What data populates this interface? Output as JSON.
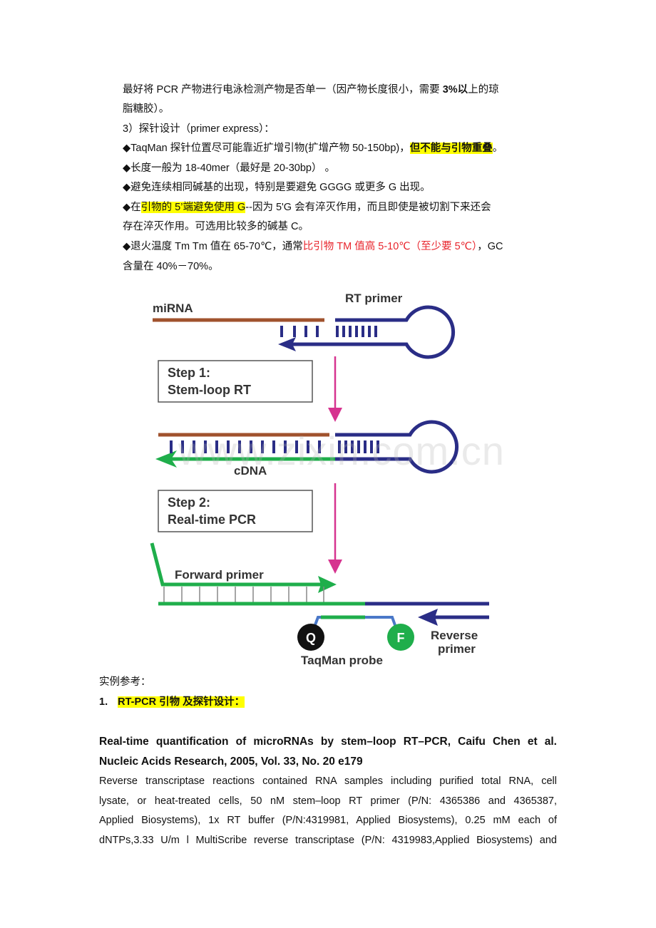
{
  "text_top": {
    "line1": {
      "a": "最好将 PCR 产物进行电泳检测产物是否单一（因产物长度很小，需要 ",
      "bold": "3%以",
      "b": "上的琼"
    },
    "line2": "脂糖胶）。",
    "line3": "3）探针设计（primer express）：",
    "line4": {
      "a": "◆TaqMan  探针位置尽可能靠近扩增引物(扩增产物 50-150bp)，",
      "hl": "但不能与引物重叠",
      "b": "。"
    },
    "line5": "◆长度一般为 18-40mer（最好是 20-30bp）  。",
    "line6": "◆避免连续相同碱基的出现，特别是要避免 GGGG 或更多 G 出现。",
    "line7": {
      "a": "◆在",
      "hl": "引物的 5’端避免使用 G",
      "b": "--因为 5'G 会有淬灭作用，而且即使是被切割下来还会"
    },
    "line8": "存在淬灭作用。可选用比较多的碱基 C。",
    "line9": {
      "a": "◆退火温度 Tm Tm 值在 65-70℃，通常",
      "red": "比引物 TM 值高 5-10℃（至少要 5℃）",
      "b": "，GC"
    },
    "line10": "含量在 40%－70%。"
  },
  "diagram": {
    "labels": {
      "mirna": "miRNA",
      "rt_primer": "RT primer",
      "step1_a": "Step 1:",
      "step1_b": "Stem-loop RT",
      "cdna": "cDNA",
      "step2_a": "Step 2:",
      "step2_b": "Real-time PCR",
      "forward_primer": "Forward primer",
      "q": "Q",
      "f": "F",
      "taqman_probe": "TaqMan probe",
      "reverse_a": "Reverse",
      "reverse_b": "primer"
    },
    "colors": {
      "mirna": "#a0522d",
      "primer": "#2a2d86",
      "cdna": "#1fae4b",
      "arrow": "#d6338f",
      "probe_link": "#4a78c8",
      "quencher": "#111111"
    }
  },
  "watermark": "www.zixin.com.cn",
  "examples": {
    "heading": "实例参考：",
    "item1_num": "1.",
    "item1_label": "RT-PCR 引物  及探针设计：",
    "citation_line1": "Real-time quantification of microRNAs by stem–loop RT–PCR, Caifu Chen et al.",
    "citation_line2": "Nucleic Acids Research, 2005, Vol. 33, No. 20 e179",
    "body_lines": [
      "Reverse transcriptase reactions contained RNA samples including purified total RNA, cell",
      "lysate, or heat-treated cells, 50 nM stem–loop RT primer (P/N: 4365386 and 4365387,",
      "Applied Biosystems), 1x RT buffer (P/N:4319981, Applied Biosystems), 0.25 mM each of",
      "dNTPs,3.33 U/m l MultiScribe reverse transcriptase (P/N: 4319983,Applied Biosystems) and"
    ]
  }
}
